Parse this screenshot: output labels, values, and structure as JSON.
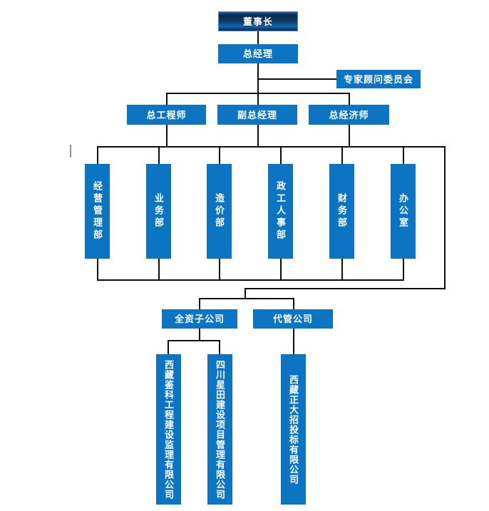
{
  "page": {
    "background": "#ffffff"
  },
  "colors": {
    "node_blue": "#0b75c4",
    "chairman_gradient_dark": "#0a2744",
    "chairman_gradient_light": "#1166ab",
    "connector_line": "#0d0d0d",
    "text": "#ffffff",
    "stray_mark": "#909090"
  },
  "org": {
    "chairman": {
      "label": "董事长"
    },
    "general_manager": {
      "label": "总经理"
    },
    "advisory_committee": {
      "label": "专家顾问委员会"
    },
    "executives": [
      {
        "label": "总工程师"
      },
      {
        "label": "副总经理"
      },
      {
        "label": "总经济师"
      }
    ],
    "departments": [
      {
        "label": "经营管理部"
      },
      {
        "label": "业务部"
      },
      {
        "label": "造价部"
      },
      {
        "label": "政工人事部"
      },
      {
        "label": "财务部"
      },
      {
        "label": "办公室"
      }
    ],
    "subsidiary_groups": [
      {
        "label": "全资子公司"
      },
      {
        "label": "代管公司"
      }
    ],
    "companies": [
      {
        "label": "西藏鉴科工程建设监理有限公司",
        "group": "全资子公司"
      },
      {
        "label": "四川星田建设项目管理有限公司",
        "group": "全资子公司"
      },
      {
        "label": "西藏正大招投标有限公司",
        "group": "代管公司"
      }
    ]
  }
}
